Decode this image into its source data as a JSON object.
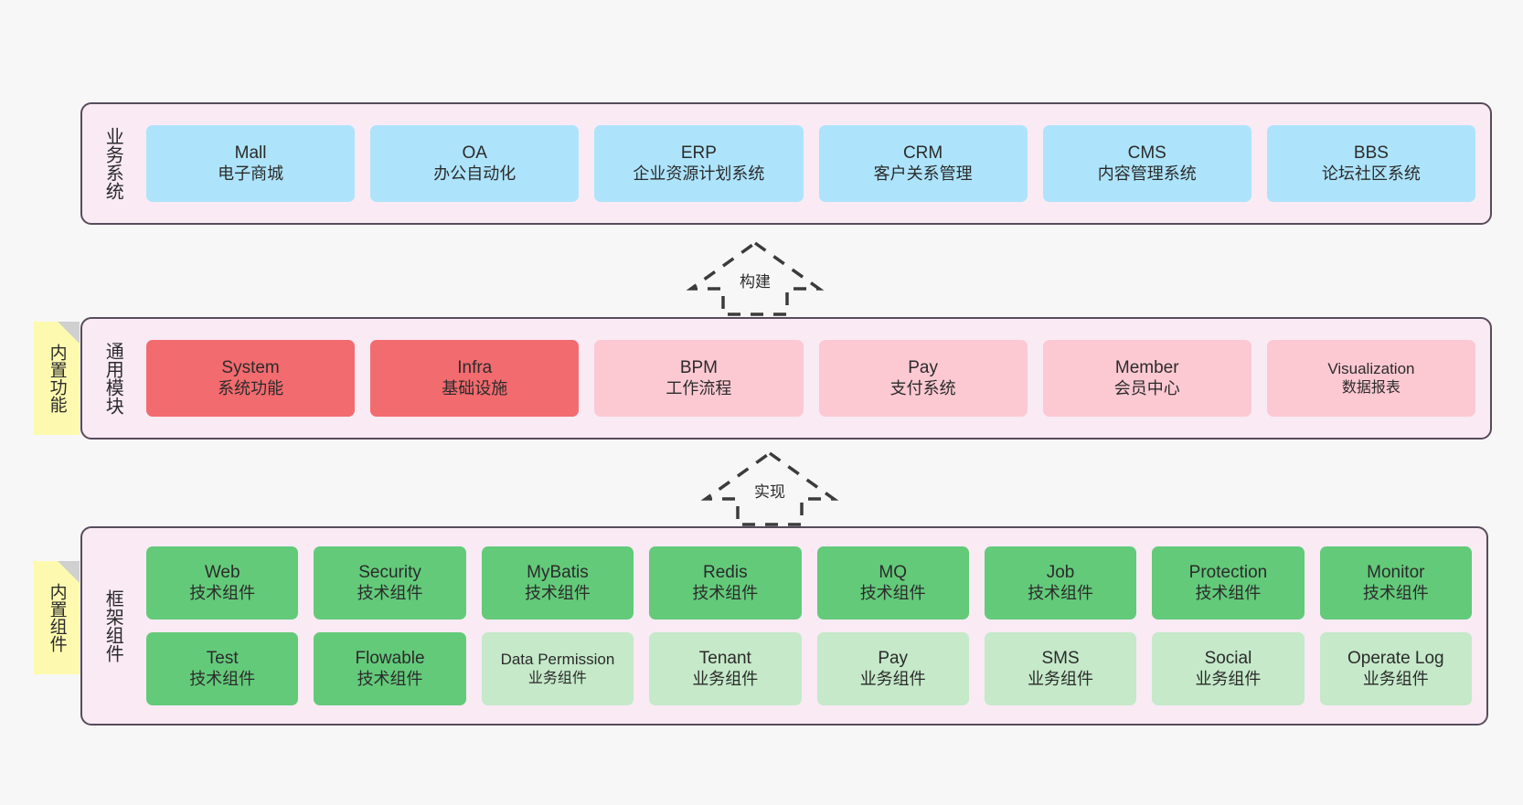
{
  "diagram": {
    "background_color": "#f7f7f7",
    "container_fill": "#f9eaf4",
    "container_border": "#574c5b"
  },
  "layers": {
    "business": {
      "title": "业务系统",
      "card_color": "#ade4fb",
      "cards": [
        {
          "en": "Mall",
          "cn": "电子商城"
        },
        {
          "en": "OA",
          "cn": "办公自动化"
        },
        {
          "en": "ERP",
          "cn": "企业资源计划系统"
        },
        {
          "en": "CRM",
          "cn": "客户关系管理"
        },
        {
          "en": "CMS",
          "cn": "内容管理系统"
        },
        {
          "en": "BBS",
          "cn": "论坛社区系统"
        }
      ]
    },
    "module": {
      "title": "通用模块",
      "note": "内置功能",
      "primary_color": "#f26b6f",
      "secondary_color": "#fcc9d3",
      "cards": [
        {
          "en": "System",
          "cn": "系统功能",
          "variant": "primary"
        },
        {
          "en": "Infra",
          "cn": "基础设施",
          "variant": "primary"
        },
        {
          "en": "BPM",
          "cn": "工作流程",
          "variant": "secondary"
        },
        {
          "en": "Pay",
          "cn": "支付系统",
          "variant": "secondary"
        },
        {
          "en": "Member",
          "cn": "会员中心",
          "variant": "secondary"
        },
        {
          "en": "Visualization",
          "cn": "数据报表",
          "variant": "secondary"
        }
      ]
    },
    "framework": {
      "title": "框架组件",
      "note": "内置组件",
      "tech_color": "#63ca7a",
      "business_color": "#c5e9c9",
      "cards": [
        {
          "en": "Web",
          "cn": "技术组件",
          "variant": "tech"
        },
        {
          "en": "Security",
          "cn": "技术组件",
          "variant": "tech"
        },
        {
          "en": "MyBatis",
          "cn": "技术组件",
          "variant": "tech"
        },
        {
          "en": "Redis",
          "cn": "技术组件",
          "variant": "tech"
        },
        {
          "en": "MQ",
          "cn": "技术组件",
          "variant": "tech"
        },
        {
          "en": "Job",
          "cn": "技术组件",
          "variant": "tech"
        },
        {
          "en": "Protection",
          "cn": "技术组件",
          "variant": "tech"
        },
        {
          "en": "Monitor",
          "cn": "技术组件",
          "variant": "tech"
        },
        {
          "en": "Test",
          "cn": "技术组件",
          "variant": "tech"
        },
        {
          "en": "Flowable",
          "cn": "技术组件",
          "variant": "tech"
        },
        {
          "en": "Data Permission",
          "cn": "业务组件",
          "variant": "business"
        },
        {
          "en": "Tenant",
          "cn": "业务组件",
          "variant": "business"
        },
        {
          "en": "Pay",
          "cn": "业务组件",
          "variant": "business"
        },
        {
          "en": "SMS",
          "cn": "业务组件",
          "variant": "business"
        },
        {
          "en": "Social",
          "cn": "业务组件",
          "variant": "business"
        },
        {
          "en": "Operate Log",
          "cn": "业务组件",
          "variant": "business"
        }
      ]
    }
  },
  "arrows": [
    {
      "id": "build",
      "label": "构建"
    },
    {
      "id": "impl",
      "label": "实现"
    }
  ]
}
